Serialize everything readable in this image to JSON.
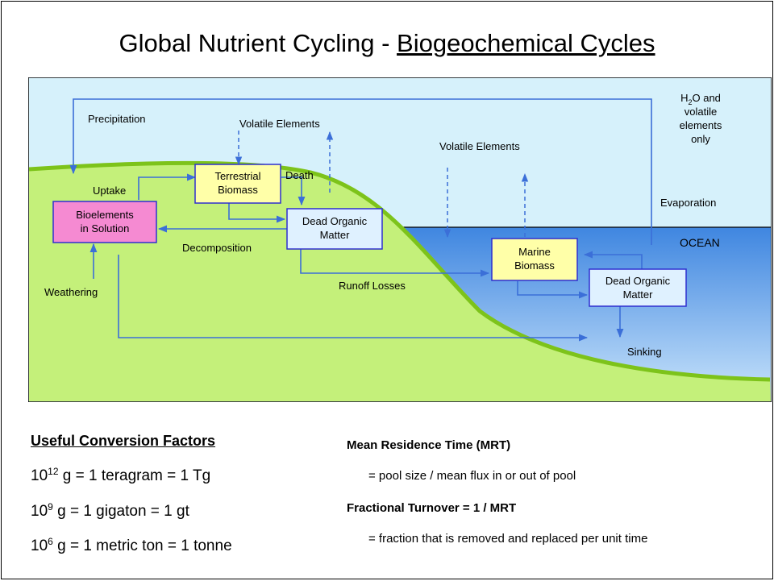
{
  "title": {
    "prefix": "Global Nutrient Cycling - ",
    "underlined": "Biogeochemical Cycles"
  },
  "colors": {
    "sky": "#d6f1fb",
    "land": "#c4f07a",
    "ocean": "#3f86e0",
    "land_edge": "#7dc31a",
    "arrow": "#3b6fd8",
    "box_border": "#2f2fd0",
    "yellow_box": "#ffffa8",
    "pink_box": "#f58ad2",
    "blue_box": "#dff1ff"
  },
  "diagram": {
    "labels": {
      "precipitation": "Precipitation",
      "volatile_land": "Volatile Elements",
      "volatile_ocean": "Volatile Elements",
      "uptake": "Uptake",
      "death": "Death",
      "decomposition": "Decomposition",
      "weathering": "Weathering",
      "runoff": "Runoff Losses",
      "evaporation": "Evaporation",
      "ocean": "OCEAN",
      "sinking": "Sinking",
      "h2o_line1_main": "H",
      "h2o_line1_sub": "2",
      "h2o_line1_rest": "O and",
      "h2o_line2": "volatile",
      "h2o_line3": "elements",
      "h2o_line4": "only"
    },
    "boxes": {
      "terrestrial_biomass": [
        "Terrestrial",
        "Biomass"
      ],
      "dead_organic_land": [
        "Dead Organic",
        "Matter"
      ],
      "bioelements": [
        "Bioelements",
        "in Solution"
      ],
      "marine_biomass": [
        "Marine",
        "Biomass"
      ],
      "dead_organic_ocean": [
        "Dead Organic",
        "Matter"
      ]
    }
  },
  "conversion": {
    "title": "Useful Conversion Factors",
    "rows": [
      {
        "base": "10",
        "exp": "12",
        "text": " g = 1 teragram = 1 Tg"
      },
      {
        "base": "10",
        "exp": "9",
        "text": " g = 1 gigaton = 1 gt"
      },
      {
        "base": "10",
        "exp": "6",
        "text": " g = 1 metric ton = 1 tonne"
      }
    ]
  },
  "mrt": {
    "title": "Mean Residence Time (MRT)",
    "definition": "= pool size / mean flux in or out of pool"
  },
  "turnover": {
    "title": "Fractional Turnover = 1 / MRT",
    "definition": "= fraction that is removed and replaced per unit time"
  }
}
